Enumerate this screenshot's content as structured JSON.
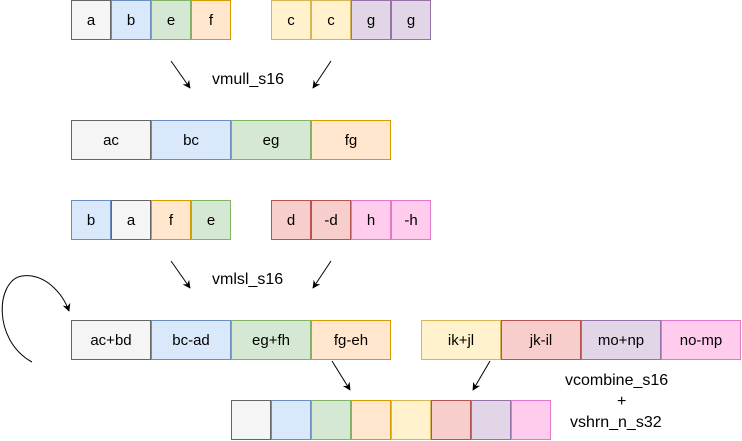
{
  "colors": {
    "gray": {
      "fill": "#f5f5f5",
      "stroke": "#666666"
    },
    "blue": {
      "fill": "#dae8fc",
      "stroke": "#6c8ebf"
    },
    "green": {
      "fill": "#d5e8d4",
      "stroke": "#82b366"
    },
    "orange": {
      "fill": "#ffe6cc",
      "stroke": "#d79b00"
    },
    "yellow": {
      "fill": "#fff2cc",
      "stroke": "#d6b656"
    },
    "purple": {
      "fill": "#e1d5e7",
      "stroke": "#9673a6"
    },
    "red": {
      "fill": "#f8cecc",
      "stroke": "#b85450"
    },
    "pink": {
      "fill": "#ffccee",
      "stroke": "#e07ac6"
    }
  },
  "row1_left": [
    "a",
    "b",
    "e",
    "f"
  ],
  "row1_right": [
    "c",
    "c",
    "g",
    "g"
  ],
  "op1": "vmull_s16",
  "row2": [
    "ac",
    "bc",
    "eg",
    "fg"
  ],
  "row3_left": [
    "b",
    "a",
    "f",
    "e"
  ],
  "row3_right": [
    "d",
    "-d",
    "h",
    "-h"
  ],
  "op2": "vmlsl_s16",
  "row4_left": [
    "ac+bd",
    "bc-ad",
    "eg+fh",
    "fg-eh"
  ],
  "row4_right": [
    "ik+jl",
    "jk-il",
    "mo+np",
    "no-mp"
  ],
  "op3": {
    "line1": "vcombine_s16",
    "line2": "+",
    "line3": "vshrn_n_s32"
  },
  "result_row": [
    "",
    "",
    "",
    "",
    "",
    "",
    "",
    ""
  ]
}
